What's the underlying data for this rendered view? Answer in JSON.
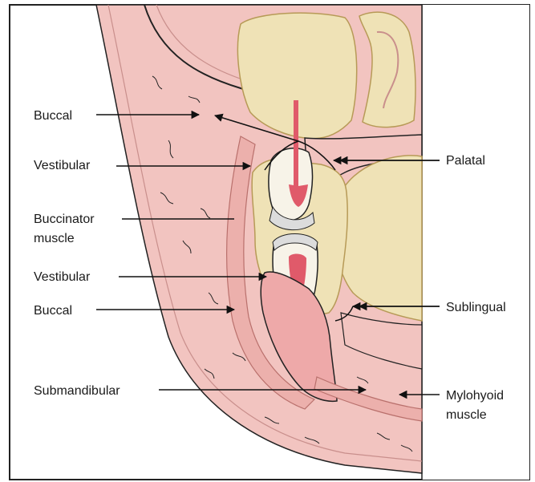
{
  "labels": {
    "buccal_upper": "Buccal",
    "vestibular_upper": "Vestibular",
    "buccinator_line1": "Buccinator",
    "buccinator_line2": "muscle",
    "vestibular_lower": "Vestibular",
    "buccal_lower": "Buccal",
    "submandibular": "Submandibular",
    "palatal": "Palatal",
    "sublingual": "Sublingual",
    "mylohyoid_line1": "Mylohyoid",
    "mylohyoid_line2": "muscle"
  },
  "colors": {
    "soft_tissue": "#f2c4c0",
    "soft_tissue_dark": "#e9a9a6",
    "bone": "#efe2b6",
    "bone_dark": "#d8c180",
    "tooth_crown": "#f7f3e8",
    "pulp": "#e05a6a",
    "tongue": "#eea9a9",
    "outline": "#222222",
    "background": "#ffffff"
  }
}
